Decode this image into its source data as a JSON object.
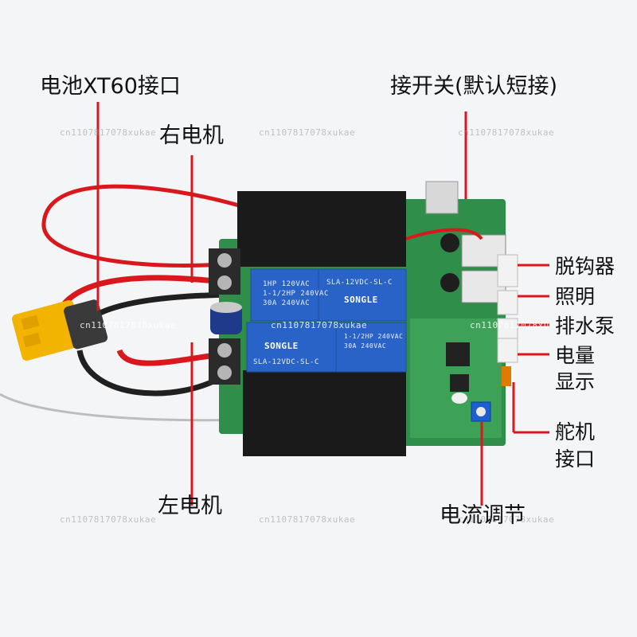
{
  "labels": {
    "battery": "电池XT60接口",
    "switch": "接开关(默认短接)",
    "right_motor": "右电机",
    "left_motor": "左电机",
    "unhook": "脱钩器",
    "lighting": "照明",
    "drain_pump": "排水泵",
    "battery_display_1": "电量",
    "battery_display_2": "显示",
    "servo_1": "舵机",
    "servo_2": "接口",
    "current_adjust": "电流调节"
  },
  "relays": {
    "top_left": {
      "text1": "1HP 120VAC",
      "text2": "1-1/2HP 240VAC",
      "text3": "30A 240VAC"
    },
    "top_right": {
      "model": "SLA-12VDC-SL-C",
      "brand": "SONGLE"
    },
    "bottom_left": {
      "brand": "SONGLE",
      "model": "SLA-12VDC-SL-C"
    },
    "bottom_right": {
      "text1": "1-1/2HP 240VAC",
      "text2": "30A 240VAC"
    }
  },
  "watermark": "cn1107817078xukae",
  "colors": {
    "pcb": "#2f8f4a",
    "relay": "#2a63c8",
    "wire_red": "#d9181d",
    "connector": "#f2b400"
  }
}
